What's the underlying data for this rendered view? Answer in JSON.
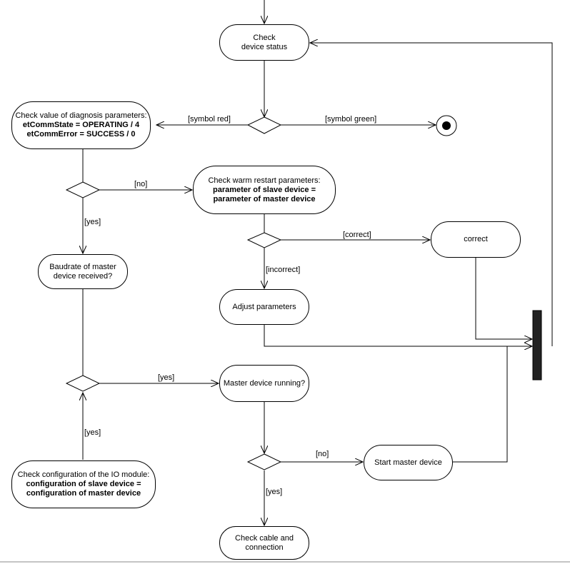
{
  "nodes": {
    "check_status": {
      "lines": [
        "Check",
        "device status"
      ]
    },
    "check_diag": {
      "title": "Check value of diagnosis parameters:",
      "bold": [
        "etCommState = OPERATING / 4",
        "etCommError = SUCCESS / 0"
      ]
    },
    "check_warm": {
      "title": "Check warm restart parameters:",
      "bold": [
        "parameter of slave device =",
        "parameter of master device"
      ]
    },
    "correct": {
      "lines": [
        "correct"
      ]
    },
    "baudrate": {
      "lines": [
        "Baudrate of  master",
        "device received?"
      ]
    },
    "adjust": {
      "lines": [
        "Adjust parameters"
      ]
    },
    "master_running": {
      "lines": [
        "Master device running?"
      ]
    },
    "start_master": {
      "lines": [
        "Start master device"
      ]
    },
    "check_config": {
      "title": "Check configuration of the IO module:",
      "bold": [
        "configuration of slave device  =",
        "configuration of master device"
      ]
    },
    "check_cable": {
      "lines": [
        "Check cable and",
        "connection"
      ]
    }
  },
  "labels": {
    "symbol_red": "[symbol red]",
    "symbol_green": "[symbol green]",
    "no_1": "[no]",
    "yes_1": "[yes]",
    "correct_guard": "[correct]",
    "incorrect_guard": "[incorrect]",
    "yes_2": "[yes]",
    "yes_3": "[yes]",
    "no_2": "[no]",
    "yes_4": "[yes]"
  }
}
